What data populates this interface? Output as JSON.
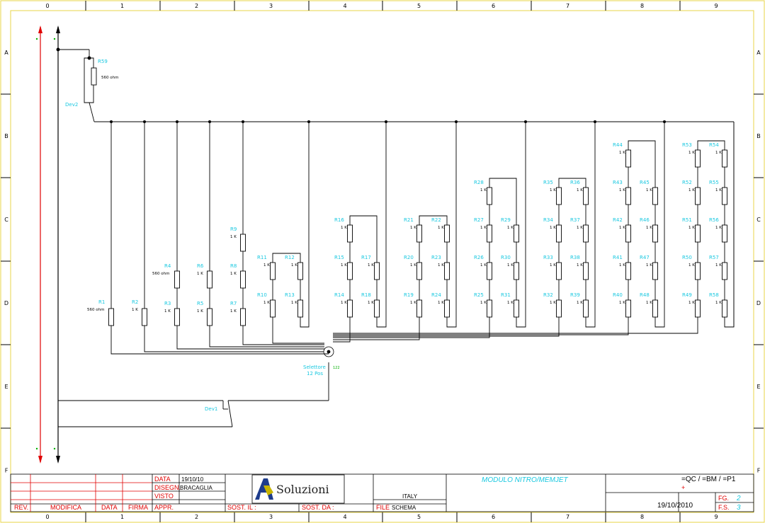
{
  "frame": {
    "columns": [
      "0",
      "1",
      "2",
      "3",
      "4",
      "5",
      "6",
      "7",
      "8",
      "9"
    ],
    "rows": [
      "A",
      "B",
      "C",
      "D",
      "E",
      "F"
    ]
  },
  "colors": {
    "frame": "#e8d44a",
    "wire": "#000000",
    "label": "#19c8e0",
    "red": "#e00000",
    "green": "#00b000"
  },
  "schematic": {
    "top_resistor": {
      "name": "R59",
      "value": "560 ohm"
    },
    "dev2_label": "Dev2",
    "dev1_label": "Dev1",
    "selector": {
      "line1": "Selettore",
      "line2": "12 Pos",
      "code": "122"
    },
    "single_resistors": [
      {
        "name": "R1",
        "value": "560 ohm"
      },
      {
        "name": "R2",
        "value": "1 K"
      }
    ],
    "stacked_resistors": [
      {
        "name": "R3",
        "value": "1 K"
      },
      {
        "name": "R4",
        "value": "560 ohm"
      },
      {
        "name": "R5",
        "value": "1 K"
      },
      {
        "name": "R6",
        "value": "1 K"
      },
      {
        "name": "R7",
        "value": "1 K"
      },
      {
        "name": "R8",
        "value": "1 K"
      },
      {
        "name": "R9",
        "value": "1 K"
      }
    ],
    "groups": [
      {
        "left": [
          "R10",
          "R11"
        ],
        "right": [
          "R13",
          "R12"
        ],
        "value": "1 K"
      },
      {
        "left": [
          "R14",
          "R15",
          "R16"
        ],
        "right": [
          "R18",
          "R17"
        ],
        "value": "1 K"
      },
      {
        "left": [
          "R19",
          "R20",
          "R21"
        ],
        "right": [
          "R24",
          "R23",
          "R22"
        ],
        "value": "1 K"
      },
      {
        "left": [
          "R25",
          "R26",
          "R27",
          "R28"
        ],
        "right": [
          "R31",
          "R30",
          "R29"
        ],
        "value": "1 K"
      },
      {
        "left": [
          "R32",
          "R33",
          "R34",
          "R35"
        ],
        "right": [
          "R39",
          "R38",
          "R37",
          "R36"
        ],
        "value": "1 K"
      },
      {
        "left": [
          "R40",
          "R41",
          "R42",
          "R43",
          "R44"
        ],
        "right": [
          "R48",
          "R47",
          "R46",
          "R45"
        ],
        "value": "1 K"
      },
      {
        "left": [
          "R49",
          "R50",
          "R51",
          "R52",
          "R53"
        ],
        "right": [
          "R58",
          "R57",
          "R56",
          "R55",
          "R54"
        ],
        "value": "1 K"
      }
    ]
  },
  "title_block": {
    "data_label": "DATA",
    "data_value": "19/10/10",
    "disegn_label": "DISEGN.",
    "disegn_value": "BRACAGLIA",
    "visto_label": "VISTO",
    "appr_label": "APPR.",
    "rev_label": "REV.",
    "modifica_label": "MODIFICA",
    "data_col_label": "DATA",
    "firma_label": "FIRMA",
    "sost_il_label": "SOST. IL :",
    "sost_da_label": "SOST. DA :",
    "file_label": "FILE",
    "file_value": "SCHEMA",
    "country": "ITALY",
    "logo_text": "Soluzioni",
    "project_title": "MODULO  NITRO/MEMJET",
    "code": "=QC / =BM / =P1",
    "plus": "+",
    "date": "19/10/2010",
    "fg_label": "FG.",
    "fg_value": "2",
    "fs_label": "F.S.",
    "fs_value": "3"
  }
}
